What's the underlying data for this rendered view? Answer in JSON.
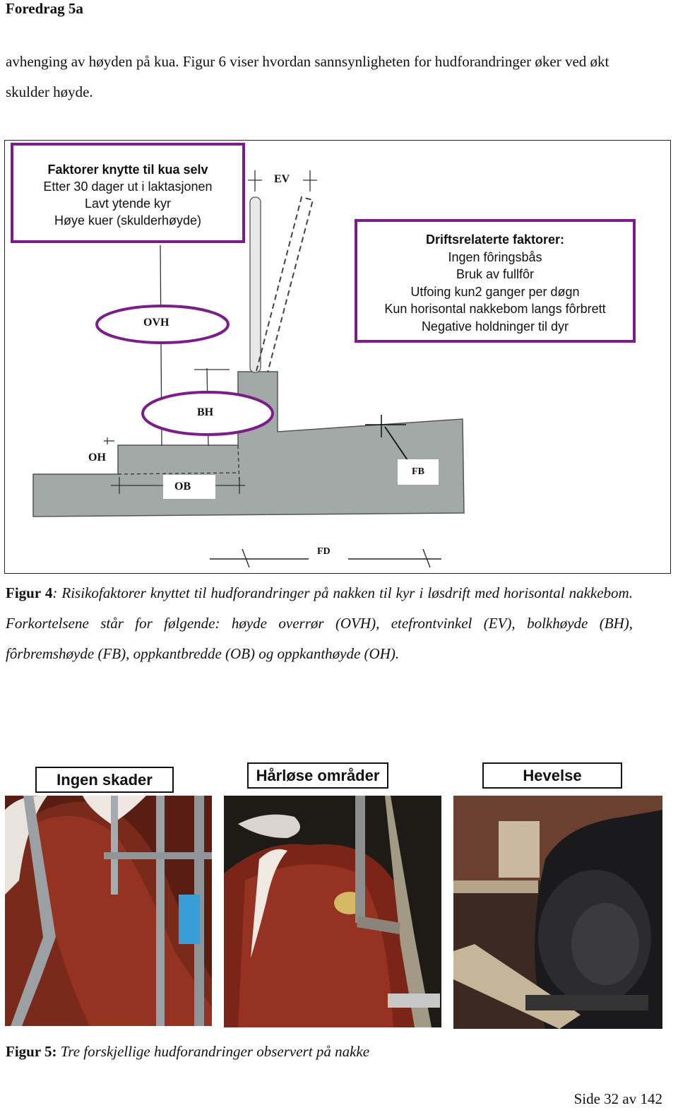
{
  "header": "Foredrag 5a",
  "intro_text": "avhenging av høyden på kua. Figur 6 viser hvordan sannsynligheten for hudforandringer øker ved økt skulder høyde.",
  "figure4": {
    "box_left": {
      "title": "Faktorer knytte til kua selv",
      "lines": [
        "Etter 30 dager ut i laktasjonen",
        "Lavt ytende kyr",
        "Høye kuer (skulderhøyde)"
      ]
    },
    "box_right": {
      "title": "Driftsrelaterte faktorer:",
      "lines": [
        "Ingen fôringsbås",
        "Bruk av fullfôr",
        "Utfoing kun2 ganger per døgn",
        "Kun horisontal nakkebom langs fôrbrett",
        "Negative holdninger til dyr"
      ]
    },
    "labels": {
      "ev": "EV",
      "ovh": "OVH",
      "bh": "BH",
      "oh": "OH",
      "ob": "OB",
      "fb": "FB",
      "fd": "FD"
    },
    "caption_label": "Figur 4",
    "caption_text": ": Risikofaktorer knyttet til hudforandringer på nakken til kyr i løsdrift med horisontal nakkebom. Forkortelsene står for følgende: høyde overrør (OVH), etefrontvinkel (EV), bolkhøyde (BH), fôrbremshøyde (FB), oppkantbredde (OB) og oppkanthøyde (OH)."
  },
  "figure5": {
    "photos": [
      {
        "label": "Ingen skader"
      },
      {
        "label": "Hårløse områder"
      },
      {
        "label": "Hevelse"
      }
    ],
    "caption_label": "Figur 5:",
    "caption_text": " Tre forskjellige hudforandringer observert på nakke"
  },
  "colors": {
    "frame_purple": "#7b1c8a",
    "concrete_gray": "#a3a9a6"
  },
  "footer": "Side 32 av 142"
}
